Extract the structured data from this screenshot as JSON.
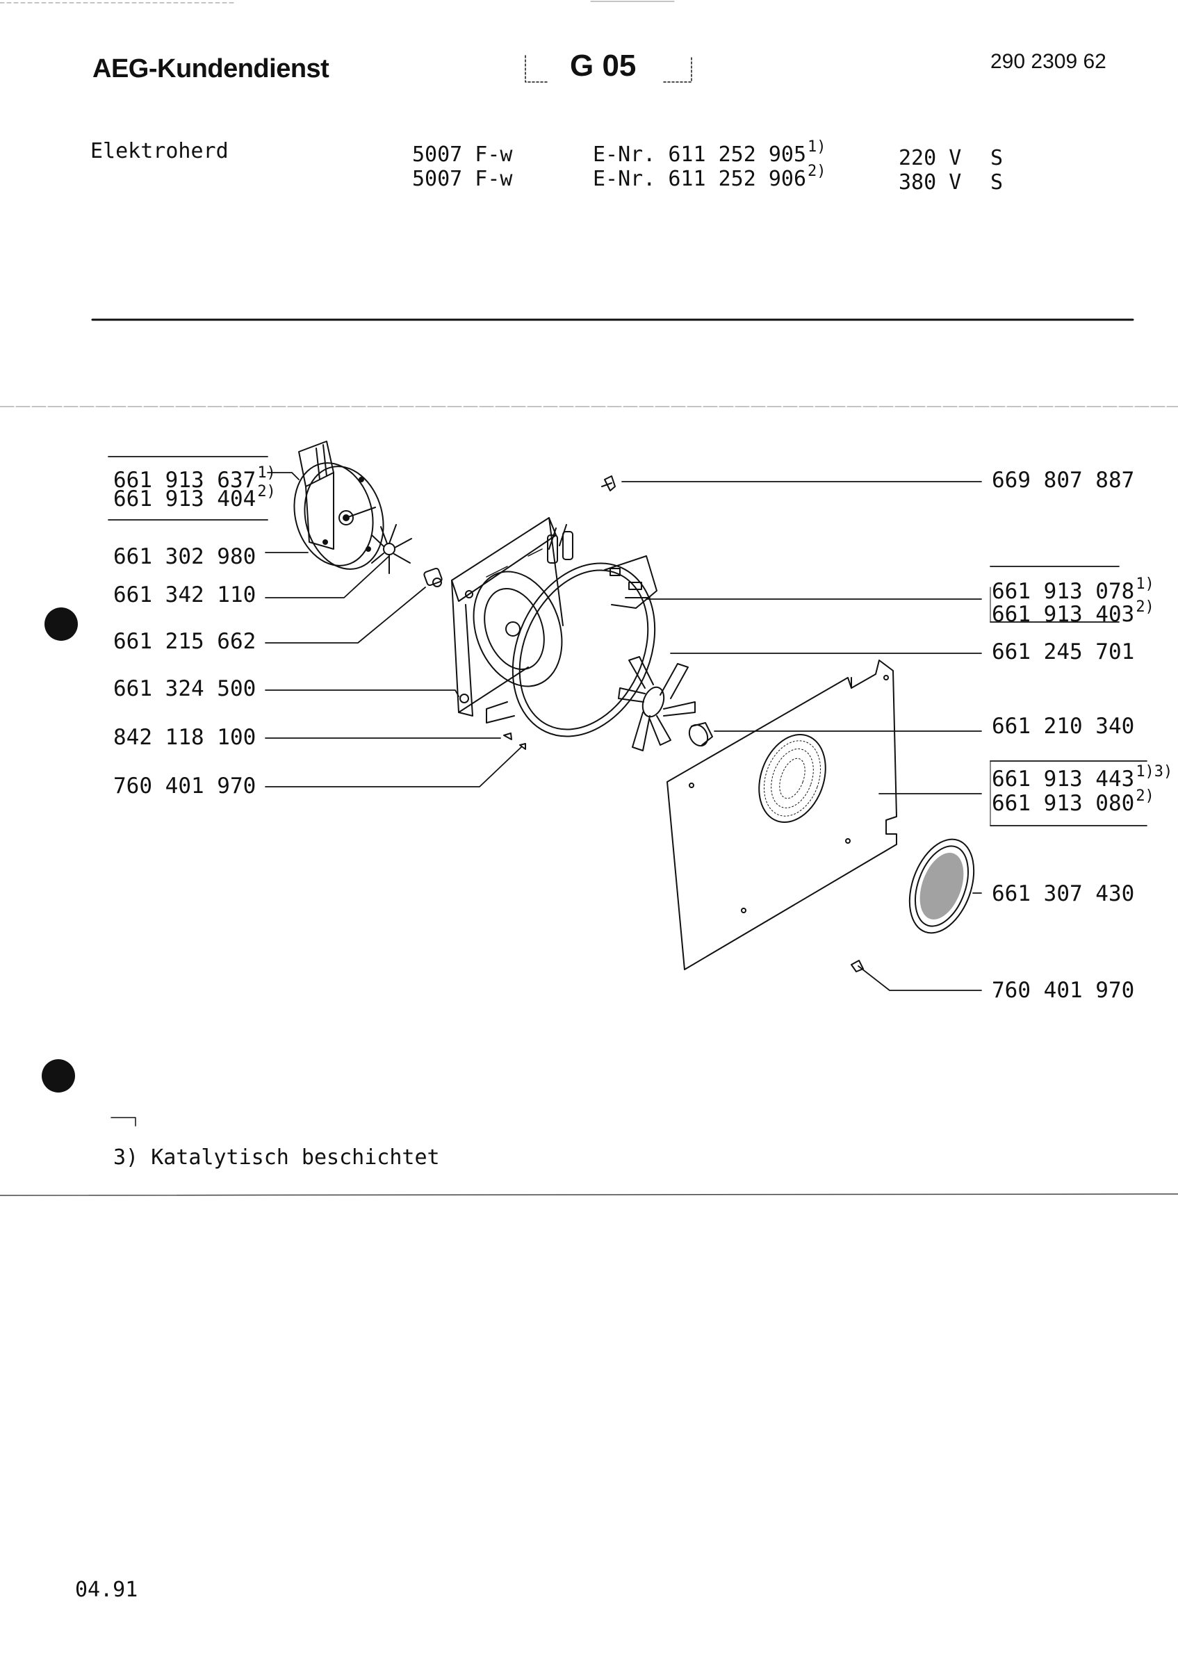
{
  "header": {
    "brand": "AEG-Kundendienst",
    "group_code": "G 05",
    "document_number": "290 2309 62"
  },
  "appliance": {
    "type": "Elektroherd",
    "models": [
      {
        "model": "5007 F-w",
        "enr": "E-Nr. 611 252 905",
        "note": "1)",
        "voltage": "220 V",
        "class": "S"
      },
      {
        "model": "5007 F-w",
        "enr": "E-Nr. 611 252 906",
        "note": "2)",
        "voltage": "380 V",
        "class": "S"
      }
    ]
  },
  "parts_left": [
    {
      "number": "661 913 637",
      "note": "1)"
    },
    {
      "number": "661 913 404",
      "note": "2)"
    },
    {
      "number": "661 302 980",
      "note": ""
    },
    {
      "number": "661 342 110",
      "note": ""
    },
    {
      "number": "661 215 662",
      "note": ""
    },
    {
      "number": "661 324 500",
      "note": ""
    },
    {
      "number": "842 118 100",
      "note": ""
    },
    {
      "number": "760 401 970",
      "note": ""
    }
  ],
  "parts_right": [
    {
      "number": "669 807 887",
      "note": ""
    },
    {
      "number": "661 913 078",
      "note": "1)"
    },
    {
      "number": "661 913 403",
      "note": "2)"
    },
    {
      "number": "661 245 701",
      "note": ""
    },
    {
      "number": "661 210 340",
      "note": ""
    },
    {
      "number": "661 913 443",
      "note": "1)3)"
    },
    {
      "number": "661 913 080",
      "note": "2)"
    },
    {
      "number": "661 307 430",
      "note": ""
    },
    {
      "number": "760 401 970",
      "note": ""
    }
  ],
  "footnote": {
    "marker": "3)",
    "text": "Katalytisch beschichtet"
  },
  "footer": {
    "date": "04.91"
  }
}
